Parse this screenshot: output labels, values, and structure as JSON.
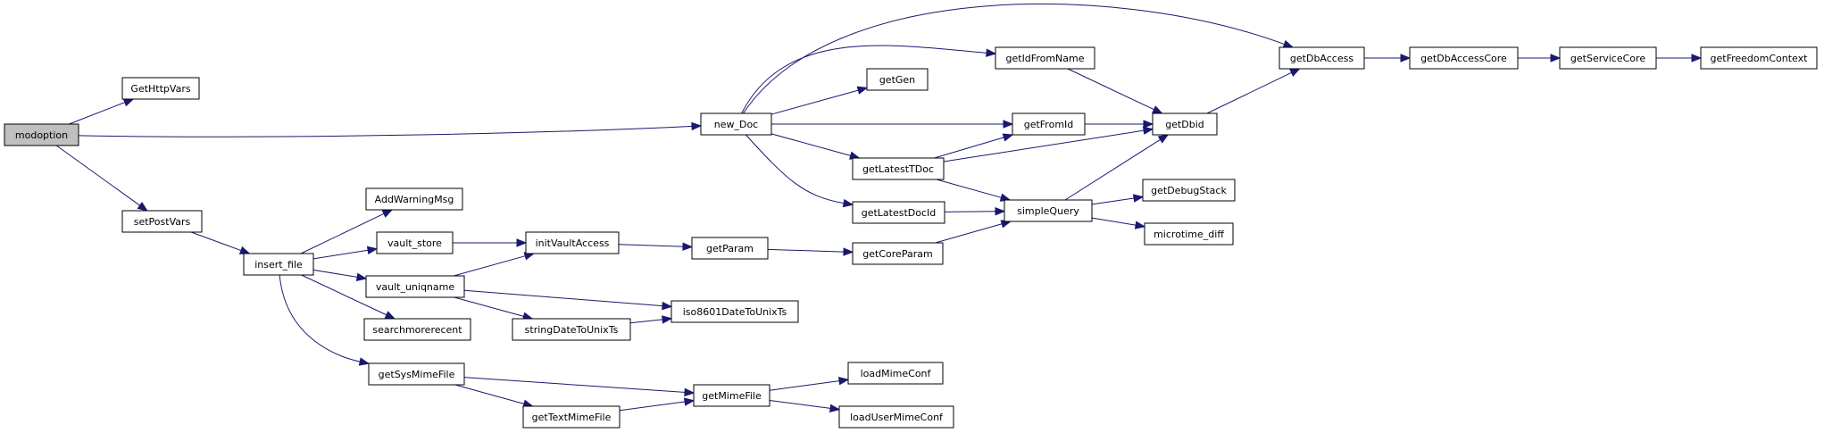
{
  "colors": {
    "edge": "#191970",
    "node_border": "#000000",
    "node_fill": "#ffffff",
    "root_fill": "#bfbfbf"
  },
  "nodes": {
    "modoption": "modoption",
    "GetHttpVars": "GetHttpVars",
    "setPostVars": "setPostVars",
    "new_Doc": "new_Doc",
    "insert_file": "insert_file",
    "AddWarningMsg": "AddWarningMsg",
    "vault_store": "vault_store",
    "vault_uniqname": "vault_uniqname",
    "searchmorerecent": "searchmorerecent",
    "getSysMimeFile": "getSysMimeFile",
    "initVaultAccess": "initVaultAccess",
    "stringDateToUnixTs": "stringDateToUnixTs",
    "getTextMimeFile": "getTextMimeFile",
    "getParam": "getParam",
    "iso8601DateToUnixTs": "iso8601DateToUnixTs",
    "getMimeFile": "getMimeFile",
    "getCoreParam": "getCoreParam",
    "getGen": "getGen",
    "getIdFromName": "getIdFromName",
    "getFromId": "getFromId",
    "getLatestTDoc": "getLatestTDoc",
    "getLatestDocId": "getLatestDocId",
    "simpleQuery": "simpleQuery",
    "loadMimeConf": "loadMimeConf",
    "loadUserMimeConf": "loadUserMimeConf",
    "getDbid": "getDbid",
    "getDebugStack": "getDebugStack",
    "microtime_diff": "microtime_diff",
    "getDbAccess": "getDbAccess",
    "getDbAccessCore": "getDbAccessCore",
    "getServiceCore": "getServiceCore",
    "getFreedomContext": "getFreedomContext"
  },
  "edges": [
    [
      "modoption",
      "GetHttpVars"
    ],
    [
      "modoption",
      "new_Doc"
    ],
    [
      "modoption",
      "setPostVars"
    ],
    [
      "setPostVars",
      "insert_file"
    ],
    [
      "insert_file",
      "AddWarningMsg"
    ],
    [
      "insert_file",
      "vault_store"
    ],
    [
      "insert_file",
      "vault_uniqname"
    ],
    [
      "insert_file",
      "searchmorerecent"
    ],
    [
      "insert_file",
      "getSysMimeFile"
    ],
    [
      "vault_store",
      "initVaultAccess"
    ],
    [
      "vault_uniqname",
      "initVaultAccess"
    ],
    [
      "vault_uniqname",
      "iso8601DateToUnixTs"
    ],
    [
      "vault_uniqname",
      "stringDateToUnixTs"
    ],
    [
      "stringDateToUnixTs",
      "iso8601DateToUnixTs"
    ],
    [
      "initVaultAccess",
      "getParam"
    ],
    [
      "getParam",
      "getCoreParam"
    ],
    [
      "getCoreParam",
      "simpleQuery"
    ],
    [
      "getSysMimeFile",
      "getMimeFile"
    ],
    [
      "getSysMimeFile",
      "getTextMimeFile"
    ],
    [
      "getTextMimeFile",
      "getMimeFile"
    ],
    [
      "getMimeFile",
      "loadMimeConf"
    ],
    [
      "getMimeFile",
      "loadUserMimeConf"
    ],
    [
      "new_Doc",
      "getDbAccess"
    ],
    [
      "new_Doc",
      "getIdFromName"
    ],
    [
      "new_Doc",
      "getGen"
    ],
    [
      "new_Doc",
      "getFromId"
    ],
    [
      "new_Doc",
      "getLatestTDoc"
    ],
    [
      "new_Doc",
      "getLatestDocId"
    ],
    [
      "getIdFromName",
      "getDbid"
    ],
    [
      "getFromId",
      "getDbid"
    ],
    [
      "getLatestTDoc",
      "getFromId"
    ],
    [
      "getLatestTDoc",
      "getDbid"
    ],
    [
      "getLatestTDoc",
      "simpleQuery"
    ],
    [
      "getLatestDocId",
      "simpleQuery"
    ],
    [
      "simpleQuery",
      "getDbid"
    ],
    [
      "simpleQuery",
      "getDebugStack"
    ],
    [
      "simpleQuery",
      "microtime_diff"
    ],
    [
      "getDbid",
      "getDbAccess"
    ],
    [
      "getDbAccess",
      "getDbAccessCore"
    ],
    [
      "getDbAccessCore",
      "getServiceCore"
    ],
    [
      "getServiceCore",
      "getFreedomContext"
    ]
  ]
}
